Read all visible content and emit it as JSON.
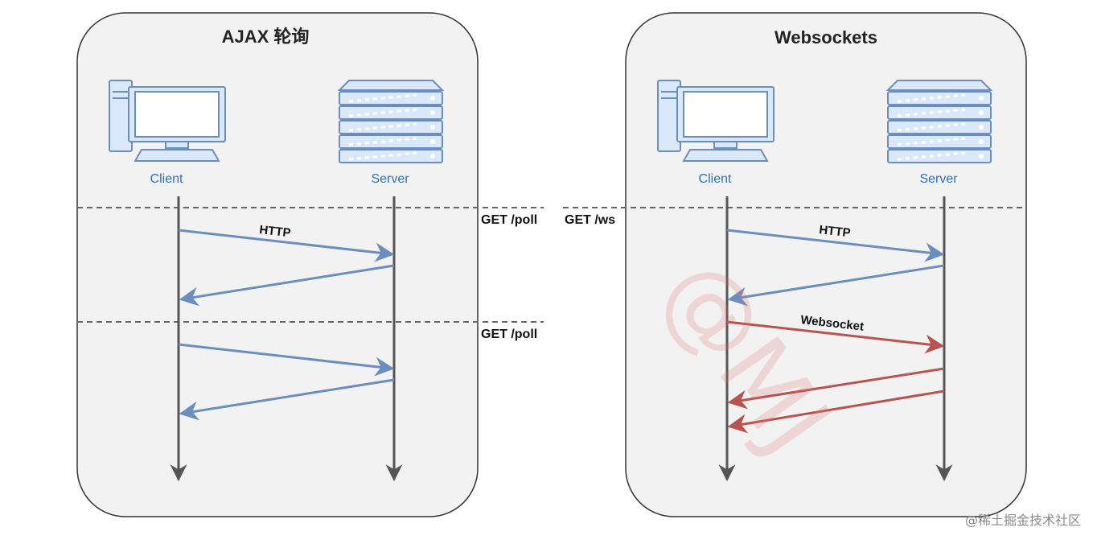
{
  "panels": {
    "ajax": {
      "title": "AJAX 轮询",
      "client_label": "Client",
      "server_label": "Server",
      "requests": [
        "GET /poll",
        "GET /poll"
      ],
      "http_label": "HTTP"
    },
    "websockets": {
      "title": "Websockets",
      "client_label": "Client",
      "server_label": "Server",
      "request": "GET /ws",
      "http_label": "HTTP",
      "ws_label": "Websocket"
    }
  },
  "watermark": {
    "text": "@MJ",
    "credit": "@稀土掘金技术社区"
  },
  "colors": {
    "panel_fill": "#f2f2f2",
    "panel_stroke": "#333333",
    "lifeline": "#555555",
    "http_arrow": "#6c8ebf",
    "ws_arrow": "#b85450",
    "icon_fill": "#dae8fc",
    "icon_stroke": "#6c8ebf",
    "label_blue": "#2f6fbf",
    "watermark": "#e07070"
  },
  "icons": [
    "computer-icon",
    "server-icon"
  ]
}
